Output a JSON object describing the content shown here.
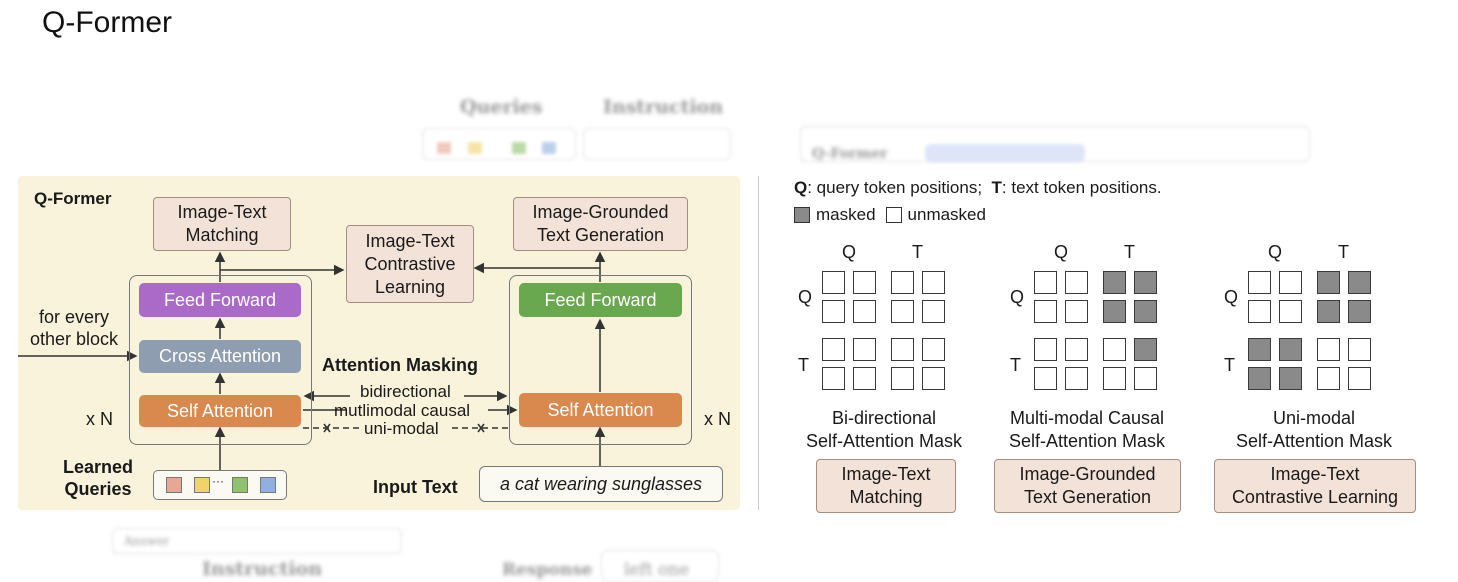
{
  "slide": {
    "title": "Q-Former"
  },
  "background": {
    "queries_label": "Queries",
    "instruction_label_top": "Instruction",
    "qformer_chip": "Q-Former",
    "answer_label": "Answer",
    "instruction_label_bottom": "Instruction",
    "response_label": "Response",
    "response_value": "left one"
  },
  "qformer": {
    "title": "Q-Former",
    "itm_head": "Image-Text\nMatching",
    "itc_head": "Image-Text\nContrastive\nLearning",
    "itg_head": "Image-Grounded\nText Generation",
    "feed_forward_left": "Feed Forward",
    "cross_attention": "Cross Attention",
    "self_attention_left": "Self Attention",
    "feed_forward_right": "Feed Forward",
    "self_attention_right": "Self Attention",
    "every_other_block": "for every\nother block",
    "repeat_left": "x N",
    "repeat_right": "x N",
    "masking_title": "Attention Masking",
    "mask_bidirectional": "bidirectional",
    "mask_multimodal": "mutlimodal causal",
    "mask_unimodal": "uni-modal",
    "learned_queries": "Learned\nQueries",
    "query_colors": [
      "#e8a794",
      "#f0d36a",
      "#8fc26e",
      "#8fb0e0"
    ],
    "input_text_label": "Input Text",
    "input_text_value": "a cat wearing sunglasses",
    "colors": {
      "feed_forward_left": "#a96ac8",
      "cross_attention": "#8e9db0",
      "self_attention": "#d9884e",
      "feed_forward_right": "#6aa84f"
    }
  },
  "masks": {
    "legend_q_key": "Q",
    "legend_q_text": ": query token positions;",
    "legend_t_key": "T",
    "legend_t_text": ": text token positions.",
    "legend_masked": "masked",
    "legend_unmasked": "unmasked",
    "row_q": "Q",
    "row_t": "T",
    "col_q": "Q",
    "col_t": "T",
    "items": [
      {
        "caption": "Bi-directional\nSelf-Attention Mask",
        "task": "Image-Text\nMatching",
        "grid": [
          [
            0,
            0,
            0,
            0
          ],
          [
            0,
            0,
            0,
            0
          ],
          [
            0,
            0,
            0,
            0
          ],
          [
            0,
            0,
            0,
            0
          ]
        ]
      },
      {
        "caption": "Multi-modal Causal\nSelf-Attention Mask",
        "task": "Image-Grounded\nText Generation",
        "grid": [
          [
            0,
            0,
            1,
            1
          ],
          [
            0,
            0,
            1,
            1
          ],
          [
            0,
            0,
            0,
            1
          ],
          [
            0,
            0,
            0,
            0
          ]
        ]
      },
      {
        "caption": "Uni-modal\nSelf-Attention Mask",
        "task": "Image-Text\nContrastive Learning",
        "grid": [
          [
            0,
            0,
            1,
            1
          ],
          [
            0,
            0,
            1,
            1
          ],
          [
            1,
            1,
            0,
            0
          ],
          [
            1,
            1,
            0,
            0
          ]
        ]
      }
    ]
  }
}
